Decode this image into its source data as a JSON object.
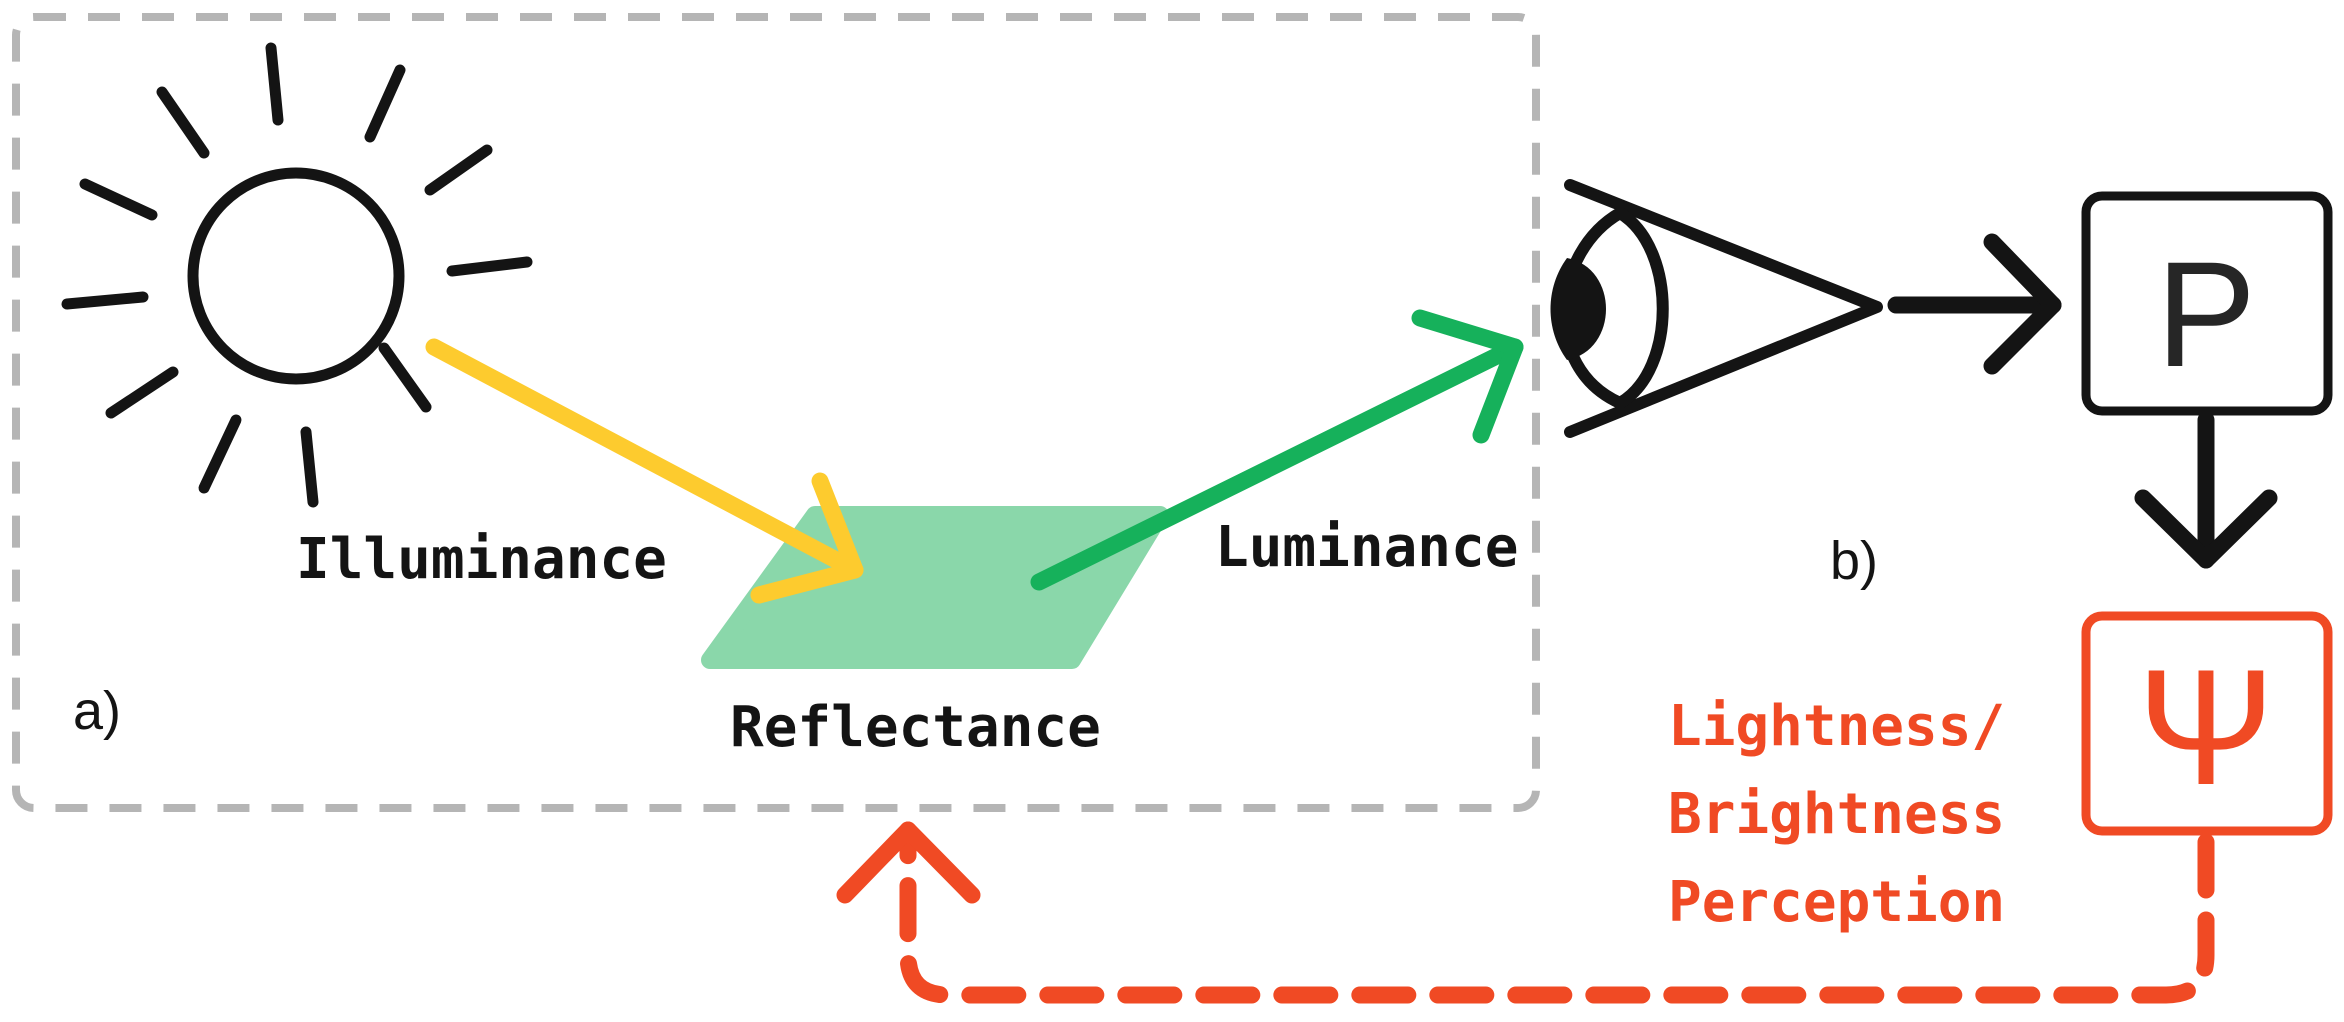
{
  "labels": {
    "illuminance": "Illuminance",
    "reflectance": "Reflectance",
    "luminance": "Luminance",
    "panel_a": "a)",
    "panel_b": "b)",
    "perception_line1": "Lightness/",
    "perception_line2": "Brightness",
    "perception_line3": "Perception"
  },
  "boxes": {
    "processing_symbol": "P",
    "psi_symbol": "Ψ"
  },
  "icons": {
    "sun": "sun-icon",
    "eye": "eye-icon",
    "surface": "reflecting-surface"
  },
  "colors": {
    "illuminance_arrow": "#FDCB2E",
    "luminance_arrow": "#16B15B",
    "surface": "#8AD7AA",
    "perception": "#F04A24",
    "frame": "#B5B5B5",
    "ink": "#141414"
  }
}
